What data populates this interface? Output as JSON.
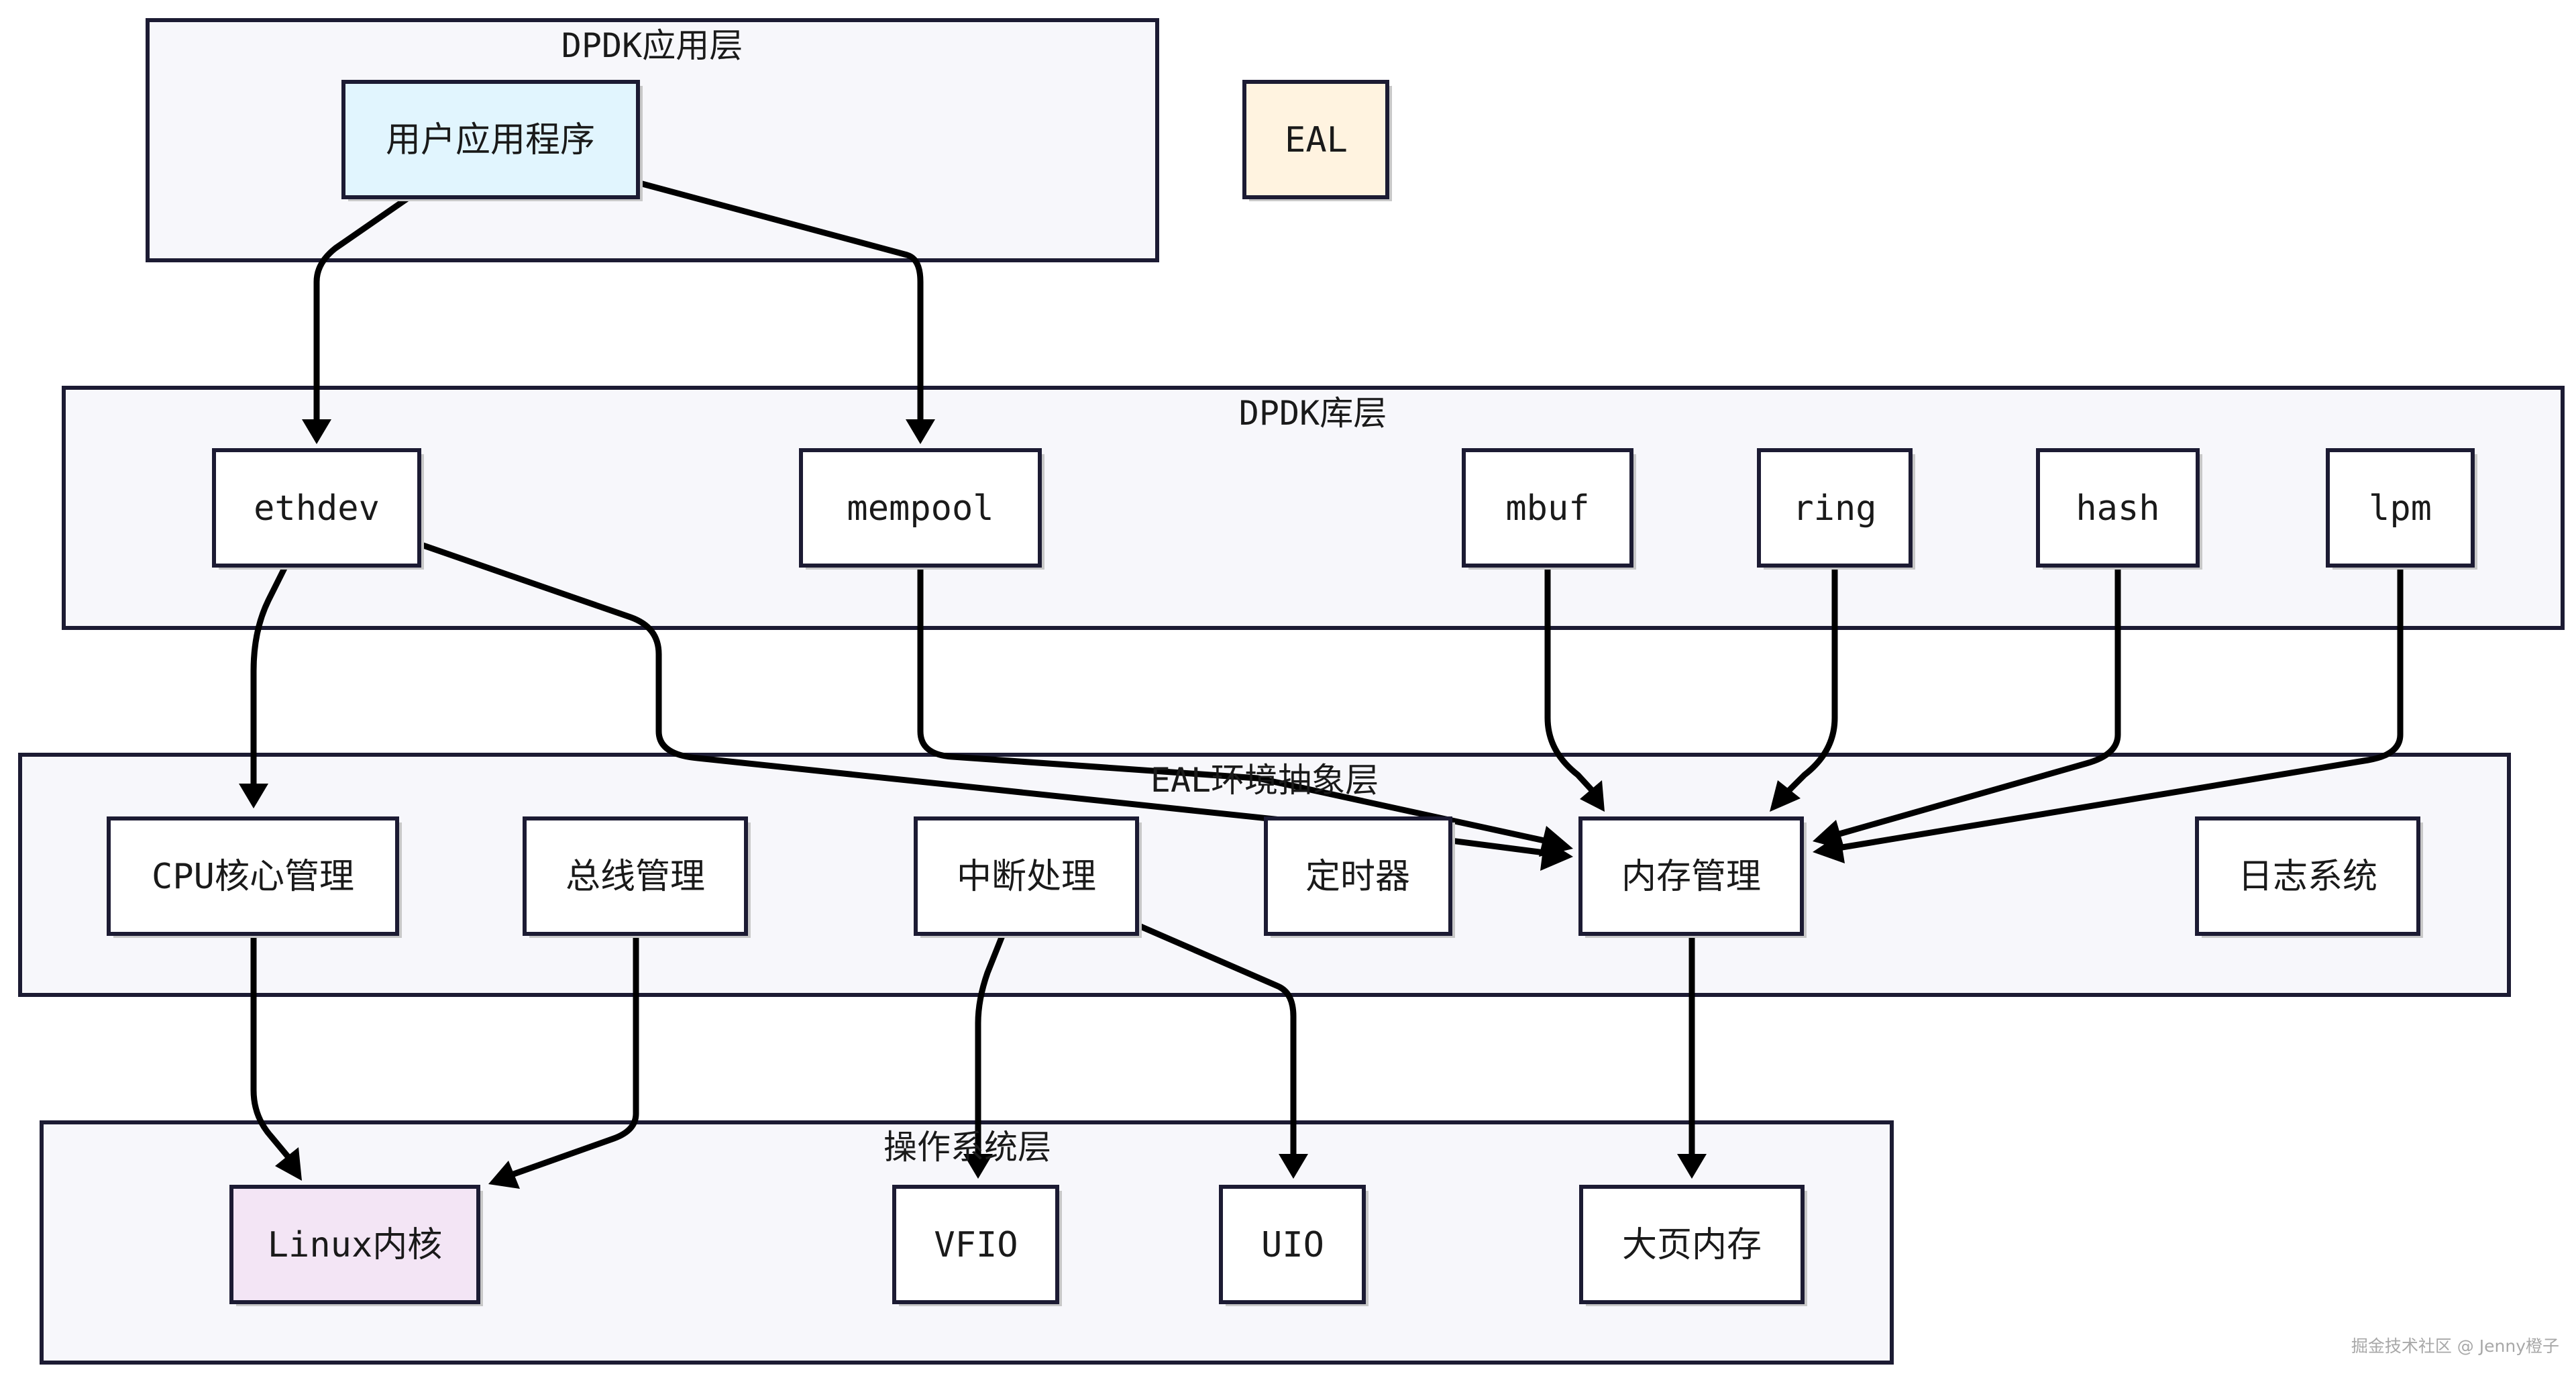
{
  "groups": {
    "app_layer": "DPDK应用层",
    "lib_layer": "DPDK库层",
    "eal_layer": "EAL环境抽象层",
    "os_layer": "操作系统层"
  },
  "nodes": {
    "user_app": "用户应用程序",
    "eal": "EAL",
    "ethdev": "ethdev",
    "mempool": "mempool",
    "mbuf": "mbuf",
    "ring": "ring",
    "hash": "hash",
    "lpm": "lpm",
    "cpu_mgmt": "CPU核心管理",
    "bus_mgmt": "总线管理",
    "interrupt": "中断处理",
    "timer": "定时器",
    "memory_mgmt": "内存管理",
    "log_system": "日志系统",
    "linux_kernel": "Linux内核",
    "vfio": "VFIO",
    "uio": "UIO",
    "hugepage": "大页内存"
  },
  "colors": {
    "user_app_fill": "#e1f5fe",
    "eal_fill": "#fff3e0",
    "linux_kernel_fill": "#f3e5f5",
    "default_fill": "#ffffff",
    "group_fill": "#f7f7fb",
    "stroke": "#1c1b33"
  },
  "edges": [
    {
      "from": "user_app",
      "to": "ethdev"
    },
    {
      "from": "user_app",
      "to": "mempool"
    },
    {
      "from": "ethdev",
      "to": "cpu_mgmt"
    },
    {
      "from": "ethdev",
      "to": "memory_mgmt"
    },
    {
      "from": "mempool",
      "to": "memory_mgmt"
    },
    {
      "from": "mbuf",
      "to": "memory_mgmt"
    },
    {
      "from": "ring",
      "to": "memory_mgmt"
    },
    {
      "from": "hash",
      "to": "memory_mgmt"
    },
    {
      "from": "lpm",
      "to": "memory_mgmt"
    },
    {
      "from": "cpu_mgmt",
      "to": "linux_kernel"
    },
    {
      "from": "bus_mgmt",
      "to": "linux_kernel"
    },
    {
      "from": "interrupt",
      "to": "vfio"
    },
    {
      "from": "interrupt",
      "to": "uio"
    },
    {
      "from": "memory_mgmt",
      "to": "hugepage"
    }
  ],
  "watermark": "掘金技术社区 @ Jenny橙子"
}
